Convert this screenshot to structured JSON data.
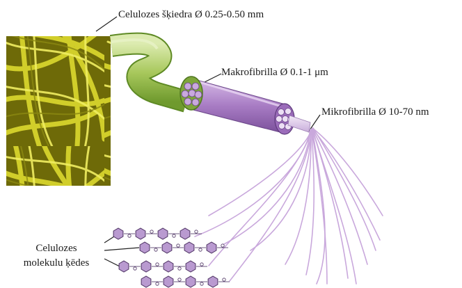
{
  "labels": {
    "fiber": "Celulozes šķiedra Ø 0.25-0.50 mm",
    "macrofibril": "Makrofibrilla Ø 0.1-1 μm",
    "microfibril": "Mikrofibrilla Ø 10-70 nm",
    "chains_line1": "Celulozes",
    "chains_line2": "molekulu ķēdes"
  },
  "colors": {
    "fiber_green": "#a8c85c",
    "photo_yellow": "#c8c820",
    "macrofibril_purple": "#a87cc4",
    "microfibril_lilac": "#d9c2e6",
    "chain_hexagon": "#b99ad0"
  }
}
